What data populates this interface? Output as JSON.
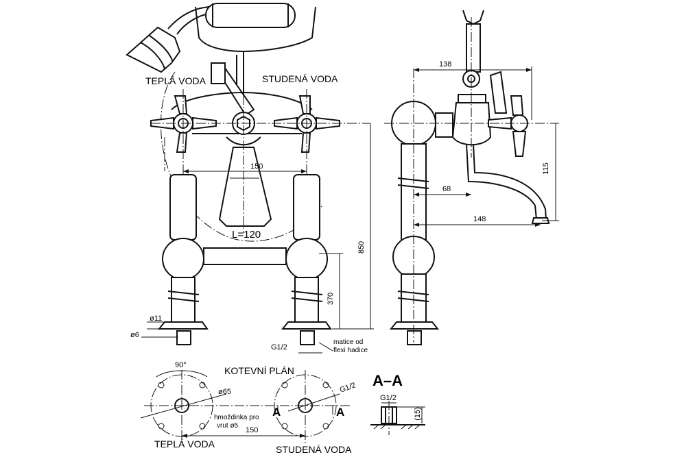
{
  "labels": {
    "hot_water_top": "TEPLÁ VODA",
    "cold_water_top": "STUDENÁ VODA",
    "hose_length": "L=120",
    "anchor_plan": "KOTEVNÍ PLÁN",
    "hot_water_bottom": "TEPLÁ VODA",
    "cold_water_bottom": "STUDENÁ VODA",
    "section_title": "A–A",
    "section_mark_left": "A",
    "section_mark_right": "A",
    "nut_note_1": "matice od",
    "nut_note_2": "flexi hadice",
    "dowel_note_1": "hmoždinka pro",
    "dowel_note_2": "vrut ø5"
  },
  "dimensions": {
    "tap_spacing": "150",
    "total_height": "850",
    "lower_height": "370",
    "flange_d11": "ø11",
    "bolt_d6": "ø6",
    "thread_bottom": "G1/2",
    "side_width": "138",
    "spout_height": "115",
    "spout_68": "68",
    "spout_148": "148",
    "angle": "90°",
    "circle_d65": "ø65",
    "thread_plan": "G1/2",
    "plan_spacing": "150",
    "section_thread": "G1/2",
    "section_depth": "(15)"
  }
}
